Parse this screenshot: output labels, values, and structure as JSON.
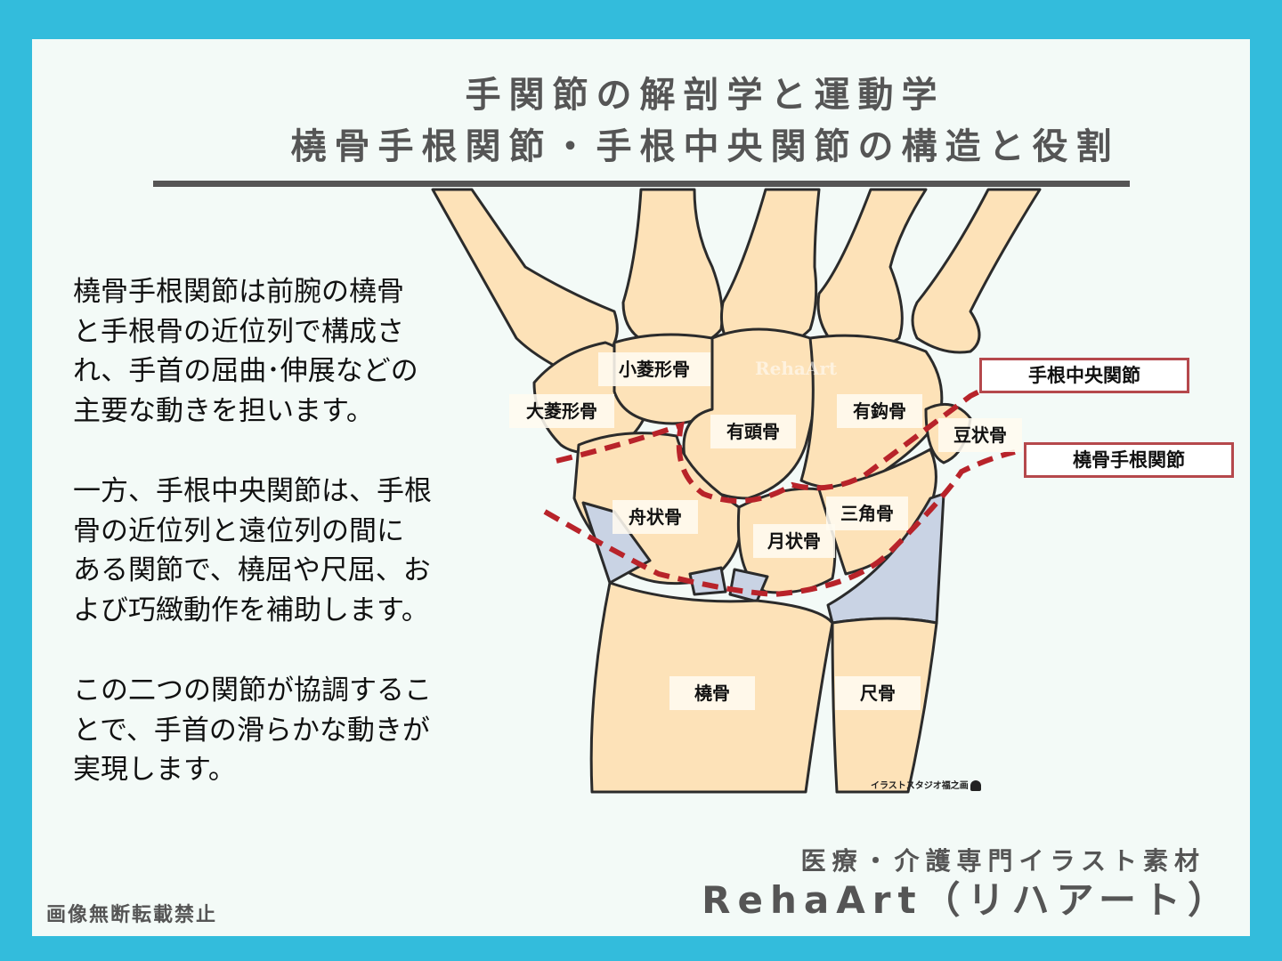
{
  "header": {
    "title_line1": "手関節の解剖学と運動学",
    "title_line2": "橈骨手根関節・手根中央関節の構造と役割"
  },
  "body_text": {
    "paragraph1": "橈骨手根関節は前腕の橈骨\nと手根骨の近位列で構成さ\nれ、手首の屈曲･伸展などの\n主要な動きを担います。",
    "paragraph2": "一方、手根中央関節は、手根\n骨の近位列と遠位列の間に\nある関節で、橈屈や尺屈、お\nよび巧緻動作を補助します。",
    "paragraph3": "この二つの関節が協調するこ\nとで、手首の滑らかな動きが\n実現します。"
  },
  "diagram": {
    "bone_labels": {
      "trapezoid": "小菱形骨",
      "trapezium": "大菱形骨",
      "capitate": "有頭骨",
      "hamate": "有鈎骨",
      "pisiform": "豆状骨",
      "scaphoid": "舟状骨",
      "lunate": "月状骨",
      "triquetrum": "三角骨",
      "radius": "橈骨",
      "ulna": "尺骨"
    },
    "joint_labels": {
      "midcarpal": "手根中央関節",
      "radiocarpal": "橈骨手根関節"
    },
    "watermark": "RehaArt",
    "illustrator_credit": "イラストスタジオ福之画",
    "colors": {
      "bone_fill": "#fde2b8",
      "outline": "#2b2b2b",
      "cartilage": "#c9d3e4",
      "joint_line": "#b8232a",
      "label_box_border": "#b5484c"
    }
  },
  "footer": {
    "tagline": "医療・介護専門イラスト素材",
    "brand": "RehaArt（リハアート）",
    "notice": "画像無断転載禁止"
  },
  "theme": {
    "frame_color": "#33bcdc",
    "panel_color": "#f3faf7",
    "heading_color": "#555555"
  }
}
